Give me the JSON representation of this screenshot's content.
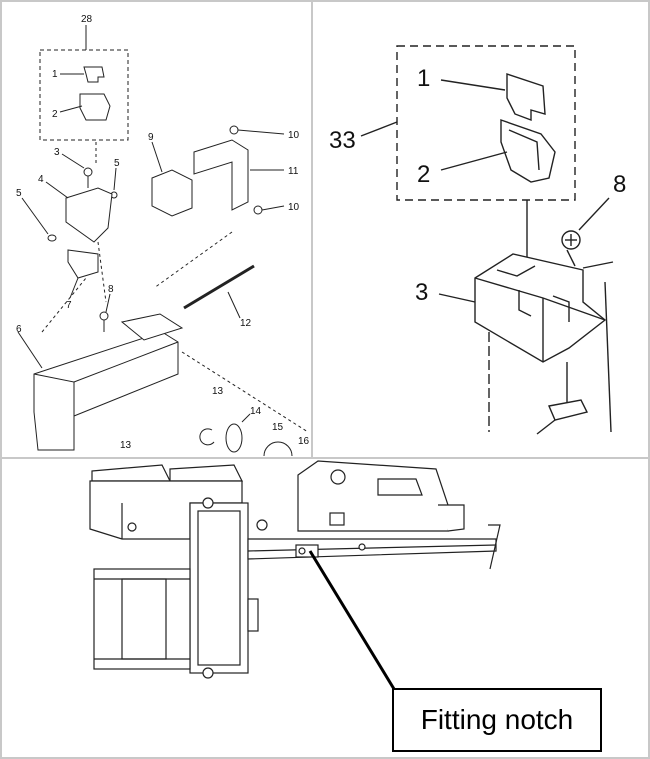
{
  "panel_left": {
    "labels": [
      "28",
      "1",
      "2",
      "3",
      "5",
      "4",
      "5",
      "7",
      "8",
      "6",
      "9",
      "10",
      "11",
      "10",
      "12",
      "13",
      "14",
      "15",
      "16",
      "13"
    ]
  },
  "panel_right": {
    "labels": [
      "1",
      "33",
      "2",
      "8",
      "3"
    ]
  },
  "panel_bottom": {
    "callout": "Fitting notch"
  }
}
